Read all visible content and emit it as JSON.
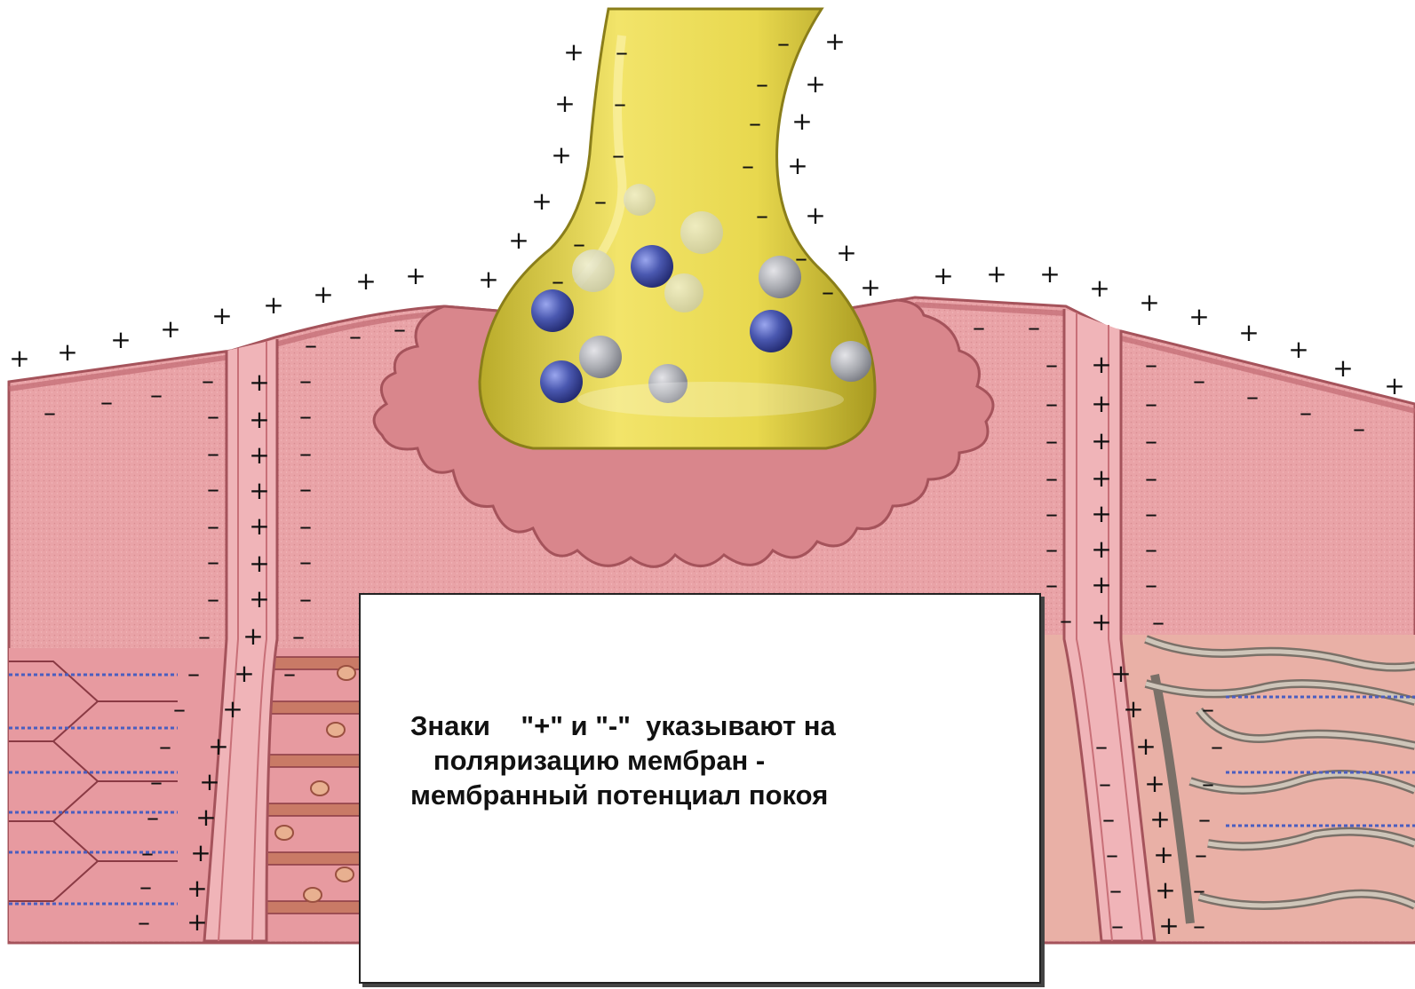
{
  "caption": {
    "line1": "Знаки    \"+\" и \"-\"  указывают на",
    "line2": "   поляризацию мембран -",
    "line3": "мембранный потенциал покоя"
  },
  "signs": {
    "plus": "+",
    "minus": "–"
  },
  "colors": {
    "muscle": "#e8a0a4",
    "muscle_dark": "#b05860",
    "nerve": "#e6d44a",
    "nerve_dark": "#a89a20",
    "vesicle": "#4a58b0",
    "vesicle_faded": "#a8aab0"
  }
}
